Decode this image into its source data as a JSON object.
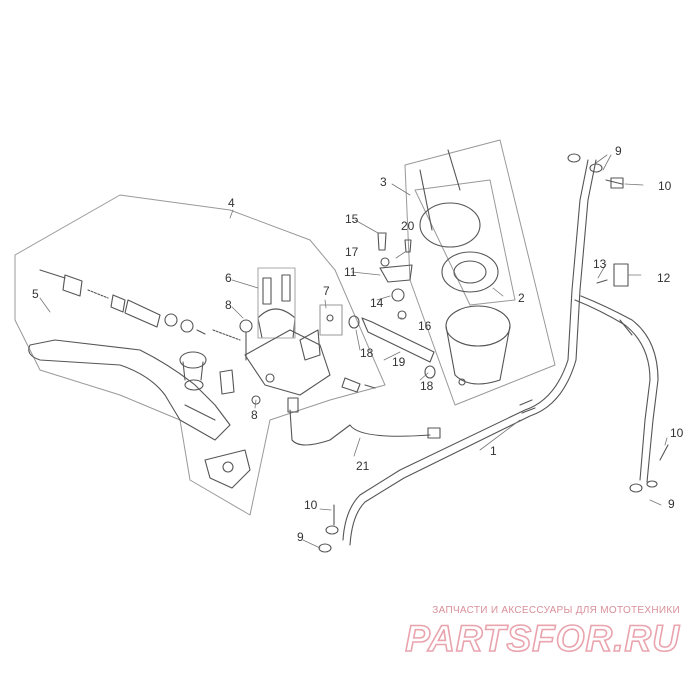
{
  "diagram": {
    "callouts": [
      "1",
      "2",
      "3",
      "4",
      "5",
      "6",
      "7",
      "8",
      "8",
      "9",
      "9",
      "9",
      "10",
      "10",
      "10",
      "11",
      "12",
      "13",
      "14",
      "15",
      "16",
      "17",
      "18",
      "18",
      "19",
      "20",
      "21"
    ]
  },
  "watermark": {
    "tagline": "ЗАПЧАСТИ И АКСЕССУАРЫ ДЛЯ МОТОТЕХНИКИ",
    "logo": "PARTSFOR.RU"
  },
  "colors": {
    "line": "#555555",
    "callout_text": "#333333",
    "watermark": "#e9a4ae"
  }
}
